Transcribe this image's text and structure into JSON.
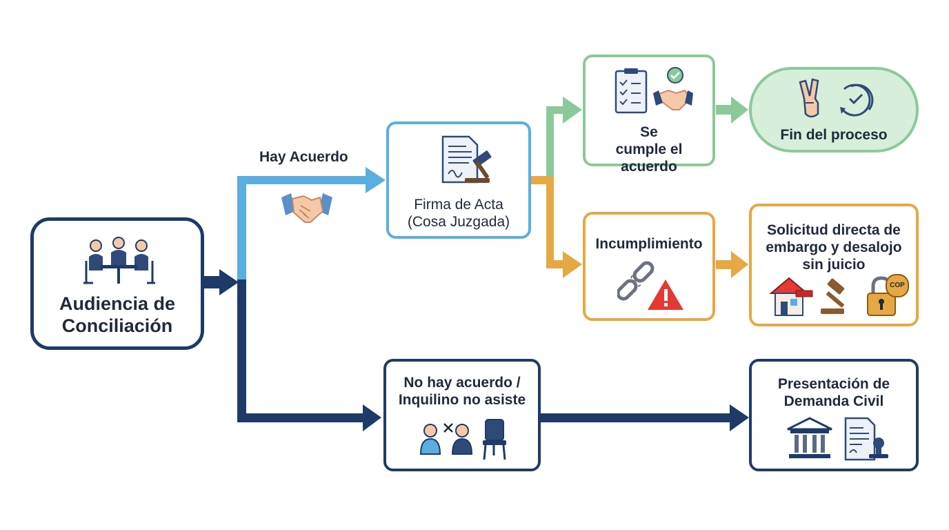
{
  "colors": {
    "navy": "#1f3a68",
    "blue": "#5aaee0",
    "green": "#8cc99a",
    "orange": "#e6a842",
    "green_fill": "#d7eedb",
    "red": "#e53935"
  },
  "nodes": {
    "start": {
      "label": "Audiencia de Conciliación",
      "icon": "meeting-table-icon"
    },
    "acta": {
      "label": "Firma de Acta (Cosa Juzgada)",
      "icon": "signed-document-gavel-icon"
    },
    "cumple": {
      "label": "Se cumple el acuerdo",
      "icon": "checklist-handshake-icon"
    },
    "fin": {
      "label": "Fin del proceso",
      "icon": "victory-hand-cycle-check-icon"
    },
    "incumple": {
      "label": "Incumplimiento",
      "icon": "broken-chain-warning-icon"
    },
    "embargo": {
      "label": "Solicitud directa de embargo y desalojo sin juicio",
      "icon": "house-gavel-padlock-icon",
      "badge": "COP"
    },
    "no_acuerdo": {
      "label": "No hay acuerdo / Inquilino no asiste",
      "icon": "people-cross-empty-chair-icon"
    },
    "demanda": {
      "label": "Presentación de Demanda Civil",
      "icon": "courthouse-document-stamp-icon"
    }
  },
  "edges": {
    "acuerdo_label": "Hay Acuerdo"
  }
}
